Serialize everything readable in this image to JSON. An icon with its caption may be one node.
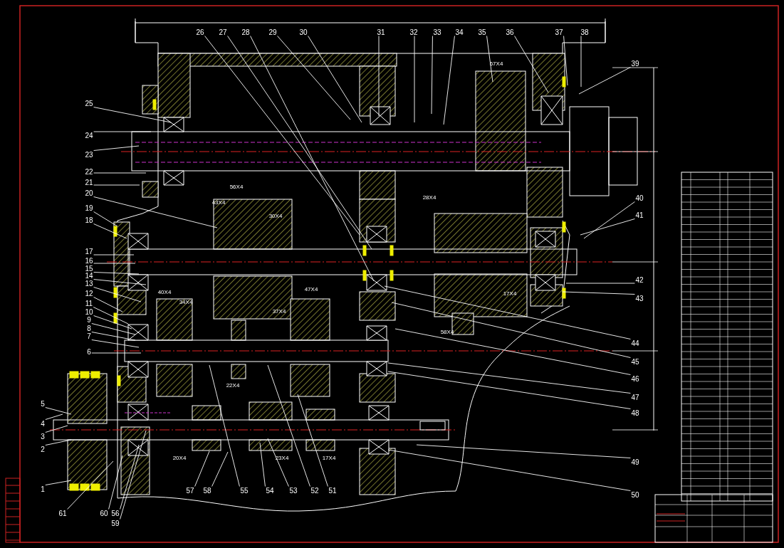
{
  "diagram": {
    "nodes": [
      {
        "text": [
          "1"
        ]
      },
      {
        "text": [
          "2"
        ]
      },
      {
        "text": [
          "3"
        ]
      },
      {
        "text": [
          "4"
        ]
      },
      {
        "text": [
          "5"
        ]
      },
      {
        "text": [
          "6"
        ]
      },
      {
        "text": [
          "7"
        ]
      },
      {
        "text": [
          "8"
        ]
      },
      {
        "text": [
          "9"
        ]
      },
      {
        "text": [
          "10"
        ]
      },
      {
        "text": [
          "11"
        ]
      },
      {
        "text": [
          "12"
        ]
      },
      {
        "text": [
          "13"
        ]
      },
      {
        "text": [
          "14"
        ]
      },
      {
        "text": [
          "15"
        ]
      },
      {
        "text": [
          "16"
        ]
      },
      {
        "text": [
          "17"
        ]
      },
      {
        "text": [
          "18"
        ]
      },
      {
        "text": [
          "19"
        ]
      },
      {
        "text": [
          "20"
        ]
      },
      {
        "text": [
          "21"
        ]
      },
      {
        "text": [
          "22"
        ]
      },
      {
        "text": [
          "23"
        ]
      },
      {
        "text": [
          "24"
        ]
      },
      {
        "text": [
          "25"
        ]
      },
      {
        "text": [
          "26"
        ]
      },
      {
        "text": [
          "27"
        ]
      },
      {
        "text": [
          "28"
        ]
      },
      {
        "text": [
          "29"
        ]
      },
      {
        "text": [
          "30"
        ]
      },
      {
        "text": [
          "31"
        ]
      },
      {
        "text": [
          "32"
        ]
      },
      {
        "text": [
          "33"
        ]
      },
      {
        "text": [
          "34"
        ]
      },
      {
        "text": [
          "35"
        ]
      },
      {
        "text": [
          "36"
        ]
      },
      {
        "text": [
          "37"
        ]
      },
      {
        "text": [
          "38"
        ]
      },
      {
        "text": [
          "39"
        ]
      },
      {
        "text": [
          "40"
        ]
      },
      {
        "text": [
          "41"
        ]
      },
      {
        "text": [
          "42"
        ]
      },
      {
        "text": [
          "43"
        ]
      },
      {
        "text": [
          "44"
        ]
      },
      {
        "text": [
          "45"
        ]
      },
      {
        "text": [
          "46"
        ]
      },
      {
        "text": [
          "47"
        ]
      },
      {
        "text": [
          "48"
        ]
      },
      {
        "text": [
          "49"
        ]
      },
      {
        "text": [
          "50"
        ]
      },
      {
        "text": [
          "51"
        ]
      },
      {
        "text": [
          "52"
        ]
      },
      {
        "text": [
          "53"
        ]
      },
      {
        "text": [
          "54"
        ]
      },
      {
        "text": [
          "55"
        ]
      },
      {
        "text": [
          "56"
        ]
      },
      {
        "text": [
          "57"
        ]
      },
      {
        "text": [
          "58"
        ]
      },
      {
        "text": [
          "59"
        ]
      },
      {
        "text": [
          "60"
        ]
      },
      {
        "text": [
          "61"
        ]
      }
    ],
    "edges": [
      {
        "from": 0,
        "to": null,
        "arrow": "none"
      },
      {
        "from": 1,
        "to": null,
        "arrow": "none"
      },
      {
        "from": 2,
        "to": null,
        "arrow": "none"
      },
      {
        "from": 3,
        "to": null,
        "arrow": "none"
      },
      {
        "from": 4,
        "to": null,
        "arrow": "none"
      },
      {
        "from": 5,
        "to": null,
        "arrow": "none"
      },
      {
        "from": 6,
        "to": null,
        "arrow": "none"
      },
      {
        "from": 7,
        "to": null,
        "arrow": "none"
      },
      {
        "from": 8,
        "to": null,
        "arrow": "none"
      },
      {
        "from": 9,
        "to": null,
        "arrow": "none"
      },
      {
        "from": 10,
        "to": null,
        "arrow": "none"
      },
      {
        "from": 11,
        "to": null,
        "arrow": "none"
      },
      {
        "from": 12,
        "to": null,
        "arrow": "none"
      },
      {
        "from": 13,
        "to": null,
        "arrow": "none"
      },
      {
        "from": 14,
        "to": null,
        "arrow": "none"
      },
      {
        "from": 15,
        "to": null,
        "arrow": "none"
      },
      {
        "from": 16,
        "to": null,
        "arrow": "none"
      },
      {
        "from": 17,
        "to": null,
        "arrow": "none"
      },
      {
        "from": 18,
        "to": null,
        "arrow": "none"
      },
      {
        "from": 19,
        "to": null,
        "arrow": "none"
      },
      {
        "from": 20,
        "to": null,
        "arrow": "none"
      },
      {
        "from": 21,
        "to": null,
        "arrow": "none"
      },
      {
        "from": 22,
        "to": null,
        "arrow": "none"
      },
      {
        "from": 23,
        "to": null,
        "arrow": "none"
      },
      {
        "from": 24,
        "to": null,
        "arrow": "none"
      },
      {
        "from": 25,
        "to": null,
        "arrow": "none"
      },
      {
        "from": 26,
        "to": null,
        "arrow": "none"
      },
      {
        "from": 27,
        "to": null,
        "arrow": "none"
      },
      {
        "from": 28,
        "to": null,
        "arrow": "none"
      },
      {
        "from": 29,
        "to": null,
        "arrow": "none"
      },
      {
        "from": 30,
        "to": null,
        "arrow": "none"
      },
      {
        "from": 31,
        "to": null,
        "arrow": "none"
      },
      {
        "from": 32,
        "to": null,
        "arrow": "none"
      },
      {
        "from": 33,
        "to": null,
        "arrow": "none"
      },
      {
        "from": 34,
        "to": null,
        "arrow": "none"
      },
      {
        "from": 35,
        "to": null,
        "arrow": "none"
      },
      {
        "from": 36,
        "to": null,
        "arrow": "none"
      },
      {
        "from": 37,
        "to": null,
        "arrow": "none"
      },
      {
        "from": 38,
        "to": null,
        "arrow": "none"
      },
      {
        "from": 39,
        "to": null,
        "arrow": "none"
      },
      {
        "from": 40,
        "to": null,
        "arrow": "none"
      },
      {
        "from": 41,
        "to": null,
        "arrow": "none"
      },
      {
        "from": 42,
        "to": null,
        "arrow": "none"
      },
      {
        "from": 43,
        "to": null,
        "arrow": "none"
      },
      {
        "from": 44,
        "to": null,
        "arrow": "none"
      },
      {
        "from": 45,
        "to": null,
        "arrow": "none"
      },
      {
        "from": 46,
        "to": null,
        "arrow": "none"
      },
      {
        "from": 47,
        "to": null,
        "arrow": "none"
      },
      {
        "from": 48,
        "to": null,
        "arrow": "none"
      },
      {
        "from": 49,
        "to": null,
        "arrow": "none"
      },
      {
        "from": 50,
        "to": null,
        "arrow": "none"
      },
      {
        "from": 51,
        "to": null,
        "arrow": "none"
      },
      {
        "from": 52,
        "to": null,
        "arrow": "none"
      },
      {
        "from": 53,
        "to": null,
        "arrow": "none"
      },
      {
        "from": 54,
        "to": null,
        "arrow": "none"
      },
      {
        "from": 55,
        "to": null,
        "arrow": "none"
      },
      {
        "from": 56,
        "to": null,
        "arrow": "none"
      },
      {
        "from": 57,
        "to": null,
        "arrow": "none"
      },
      {
        "from": 58,
        "to": null,
        "arrow": "none"
      },
      {
        "from": 59,
        "to": null,
        "arrow": "none"
      },
      {
        "from": 60,
        "to": null,
        "arrow": "none"
      }
    ],
    "labels": [
      "67X4",
      "28X4",
      "56X4",
      "43X4",
      "30X4",
      "40X4",
      "47X4",
      "34X4",
      "17X4",
      "37X4",
      "58X4",
      "22X4",
      "20X4",
      "23X4",
      "17X4"
    ]
  }
}
